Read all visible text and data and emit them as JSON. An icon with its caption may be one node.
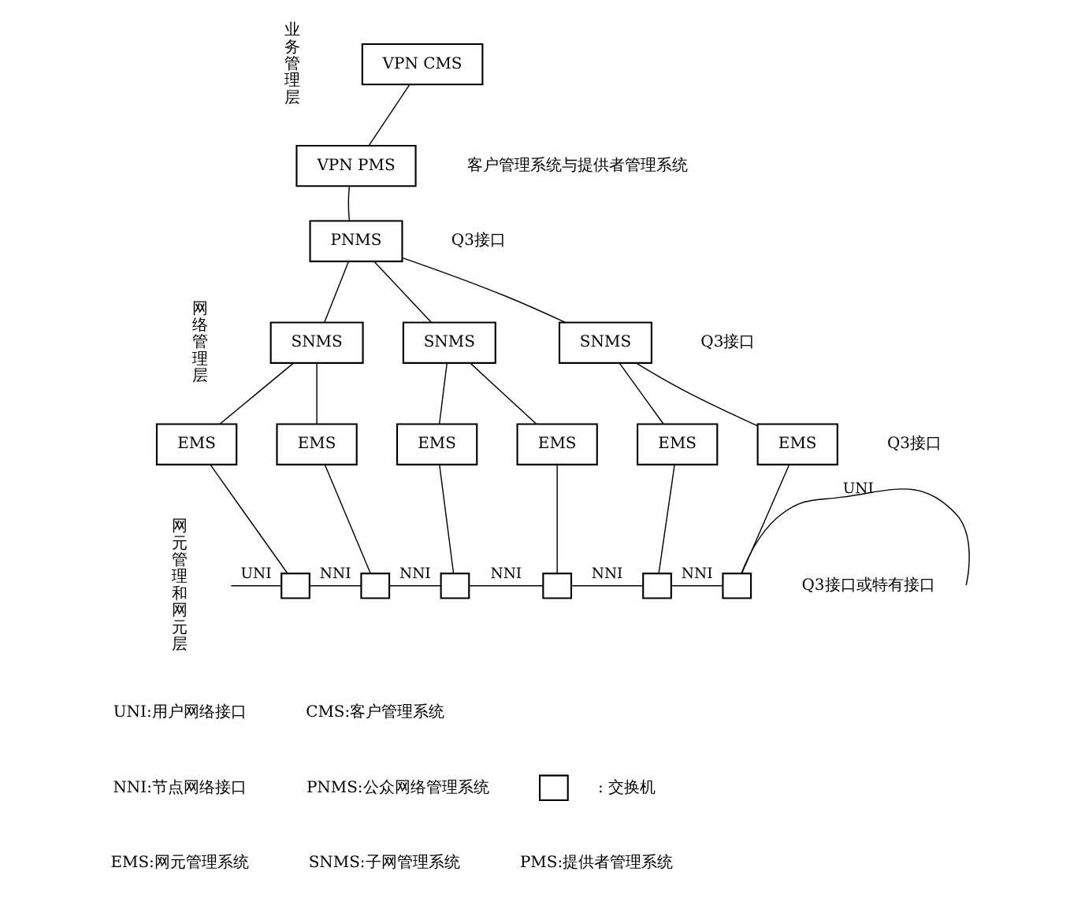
{
  "diagram": {
    "nodes": [
      {
        "text": [
          "VPN CMS"
        ]
      },
      {
        "text": [
          "VPN PMS"
        ]
      },
      {
        "text": [
          "PNMS"
        ]
      },
      {
        "text": [
          "SNMS"
        ]
      },
      {
        "text": [
          "SNMS"
        ]
      },
      {
        "text": [
          "SNMS"
        ]
      },
      {
        "text": [
          "EMS"
        ]
      },
      {
        "text": [
          "EMS"
        ]
      },
      {
        "text": [
          "EMS"
        ]
      },
      {
        "text": [
          "EMS"
        ]
      },
      {
        "text": [
          "EMS"
        ]
      },
      {
        "text": [
          "EMS"
        ]
      },
      {
        "text": [],
        "shape": "box"
      },
      {
        "text": [],
        "shape": "box"
      },
      {
        "text": [],
        "shape": "box"
      },
      {
        "text": [],
        "shape": "box"
      },
      {
        "text": [],
        "shape": "box"
      },
      {
        "text": [],
        "shape": "box"
      },
      {
        "text": [],
        "shape": "box",
        "beside": [
          ": 交换机"
        ]
      }
    ],
    "edges": [
      {
        "from": 0,
        "to": 1,
        "arrow": "none"
      },
      {
        "from": 1,
        "to": 2,
        "arrow": "none"
      },
      {
        "from": 2,
        "to": 3,
        "arrow": "none"
      },
      {
        "from": 2,
        "to": 4,
        "arrow": "none"
      },
      {
        "from": 2,
        "to": 5,
        "arrow": "none"
      },
      {
        "from": 3,
        "to": 6,
        "arrow": "none"
      },
      {
        "from": 3,
        "to": 7,
        "arrow": "none"
      },
      {
        "from": 4,
        "to": 8,
        "arrow": "none"
      },
      {
        "from": 4,
        "to": 9,
        "arrow": "none"
      },
      {
        "from": 5,
        "to": 10,
        "arrow": "none"
      },
      {
        "from": 5,
        "to": 11,
        "arrow": "none"
      },
      {
        "from": 6,
        "to": 12,
        "arrow": "none"
      },
      {
        "from": 7,
        "to": 13,
        "arrow": "none"
      },
      {
        "from": 8,
        "to": 14,
        "arrow": "none"
      },
      {
        "from": 9,
        "to": 15,
        "arrow": "none"
      },
      {
        "from": 10,
        "to": 16,
        "arrow": "none"
      },
      {
        "from": 11,
        "to": 17,
        "arrow": "none"
      },
      {
        "from": null,
        "to": 12,
        "arrow": "none",
        "label": "UNI"
      },
      {
        "from": 12,
        "to": 13,
        "arrow": "none",
        "label": "NNI"
      },
      {
        "from": 13,
        "to": 14,
        "arrow": "none",
        "label": "NNI"
      },
      {
        "from": 14,
        "to": 15,
        "arrow": "none",
        "label": "NNI"
      },
      {
        "from": 15,
        "to": 16,
        "arrow": "none",
        "label": "NNI"
      },
      {
        "from": 16,
        "to": 17,
        "arrow": "none",
        "label": "NNI"
      },
      {
        "from": 17,
        "to": null,
        "arrow": "none",
        "label": "UNI"
      }
    ],
    "labels": [
      "业务管理层",
      "客户管理系统与提供者管理系统",
      "Q3接口",
      "网络管理层",
      "Q3接口",
      "Q3接口",
      "网元管理和网元层",
      "Q3接口或特有接口",
      "UNI:用户网络接口",
      "CMS:客户管理系统",
      "NNI:节点网络接口",
      "PNMS:公众网络管理系统",
      "EMS:网元管理系统",
      "SNMS:子网管理系统",
      "PMS:提供者管理系统"
    ]
  }
}
